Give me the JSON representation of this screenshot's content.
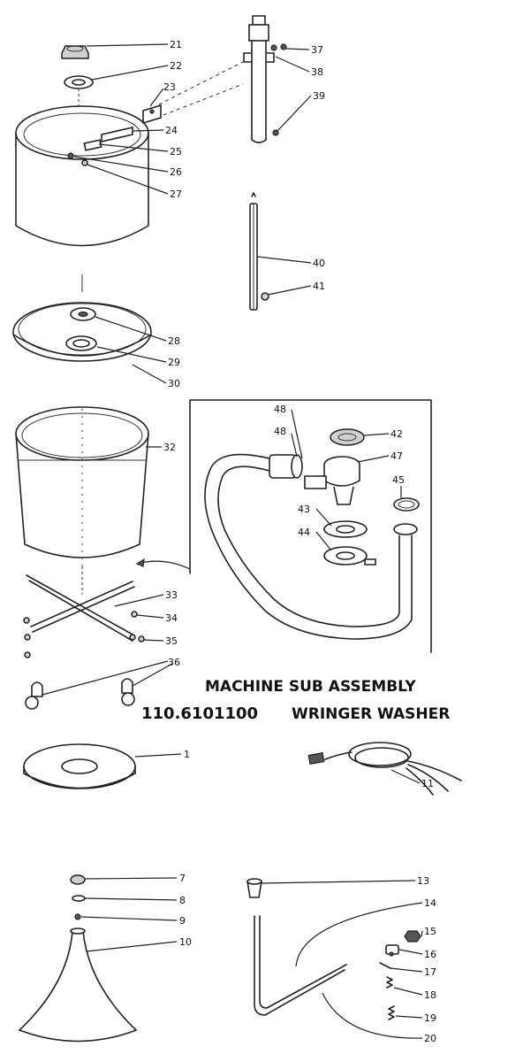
{
  "title": {
    "line1": "MACHINE SUB ASSEMBLY",
    "model": "110.6101100",
    "product": "WRINGER WASHER"
  },
  "callouts": [
    {
      "id": "c21",
      "text": "21"
    },
    {
      "id": "c22",
      "text": "22"
    },
    {
      "id": "c23",
      "text": "23"
    },
    {
      "id": "c24",
      "text": "24"
    },
    {
      "id": "c25",
      "text": "25"
    },
    {
      "id": "c26",
      "text": "26"
    },
    {
      "id": "c27",
      "text": "27"
    },
    {
      "id": "c37",
      "text": "37"
    },
    {
      "id": "c38",
      "text": "38"
    },
    {
      "id": "c39",
      "text": "39"
    },
    {
      "id": "c40",
      "text": "40"
    },
    {
      "id": "c41",
      "text": "41"
    },
    {
      "id": "c28",
      "text": "28"
    },
    {
      "id": "c29",
      "text": "29"
    },
    {
      "id": "c30",
      "text": "30"
    },
    {
      "id": "c32",
      "text": "32"
    },
    {
      "id": "c48a",
      "text": "48"
    },
    {
      "id": "c48b",
      "text": "48"
    },
    {
      "id": "c42",
      "text": "42"
    },
    {
      "id": "c47",
      "text": "47"
    },
    {
      "id": "c45",
      "text": "45"
    },
    {
      "id": "c43",
      "text": "43"
    },
    {
      "id": "c44",
      "text": "44"
    },
    {
      "id": "c33",
      "text": "33"
    },
    {
      "id": "c34",
      "text": "34"
    },
    {
      "id": "c35",
      "text": "35"
    },
    {
      "id": "c36",
      "text": "36"
    },
    {
      "id": "c1",
      "text": "1"
    },
    {
      "id": "c11",
      "text": "11"
    },
    {
      "id": "c7",
      "text": "7"
    },
    {
      "id": "c8",
      "text": "8"
    },
    {
      "id": "c9",
      "text": "9"
    },
    {
      "id": "c10",
      "text": "10"
    },
    {
      "id": "c13",
      "text": "13"
    },
    {
      "id": "c14",
      "text": "14"
    },
    {
      "id": "c15",
      "text": "15"
    },
    {
      "id": "c16",
      "text": "16"
    },
    {
      "id": "c17",
      "text": "17"
    },
    {
      "id": "c18",
      "text": "18"
    },
    {
      "id": "c19",
      "text": "19"
    },
    {
      "id": "c20",
      "text": "20"
    }
  ]
}
